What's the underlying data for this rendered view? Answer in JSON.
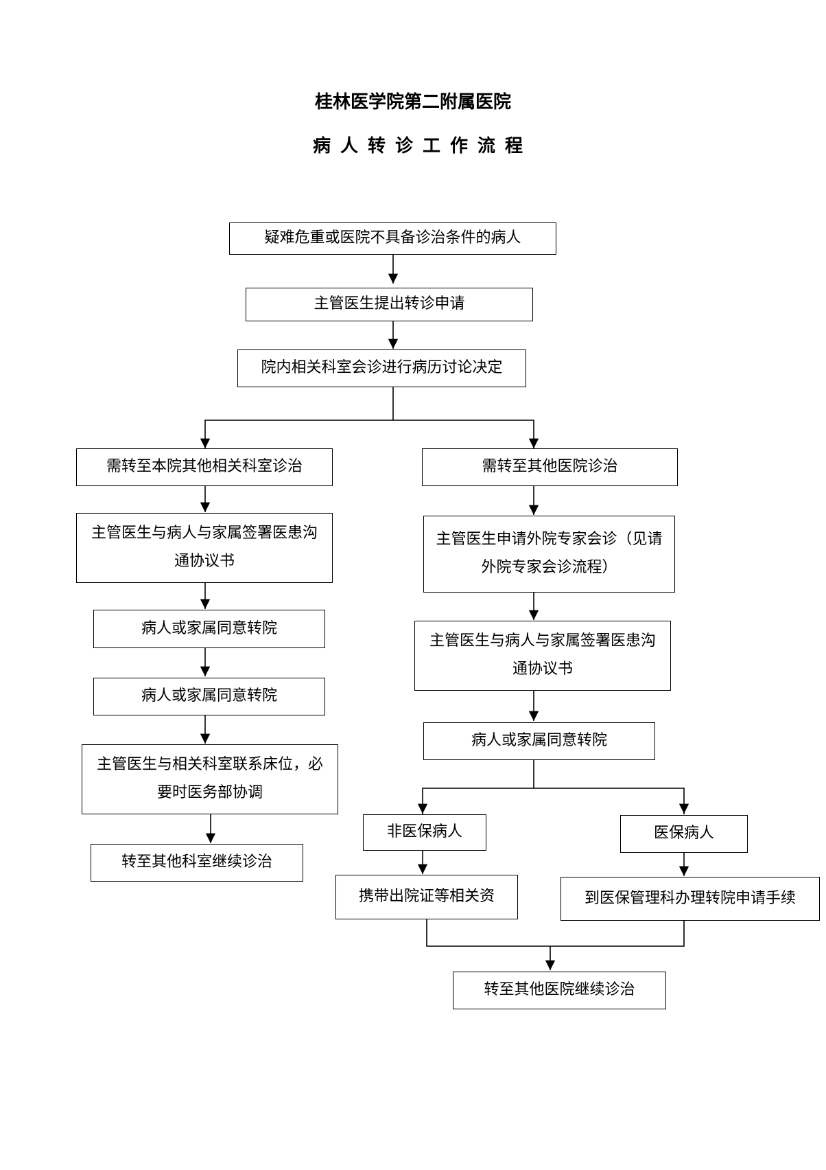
{
  "header": {
    "title": "桂林医学院第二附属医院",
    "subtitle": "病人转诊工作流程"
  },
  "flow": {
    "start": "疑难危重或医院不具备诊治条件的病人",
    "apply": "主管医生提出转诊申请",
    "consult": "院内相关科室会诊进行病历讨论决定",
    "left": {
      "branch": "需转至本院其他相关科室诊治",
      "sign": "主管医生与病人与家属签署医患沟通协议书",
      "agree1": "病人或家属同意转院",
      "agree2": "病人或家属同意转院",
      "contact": "主管医生与相关科室联系床位，必要时医务部协调",
      "end": "转至其他科室继续诊治"
    },
    "right": {
      "branch": "需转至其他医院诊治",
      "expert": "主管医生申请外院专家会诊（见请外院专家会诊流程）",
      "sign": "主管医生与病人与家属签署医患沟通协议书",
      "agree": "病人或家属同意转院",
      "non_insured": "非医保病人",
      "insured": "医保病人",
      "non_insured_step": "携带出院证等相关资",
      "insured_step": "到医保管理科办理转院申请手续",
      "end": "转至其他医院继续诊治"
    }
  }
}
